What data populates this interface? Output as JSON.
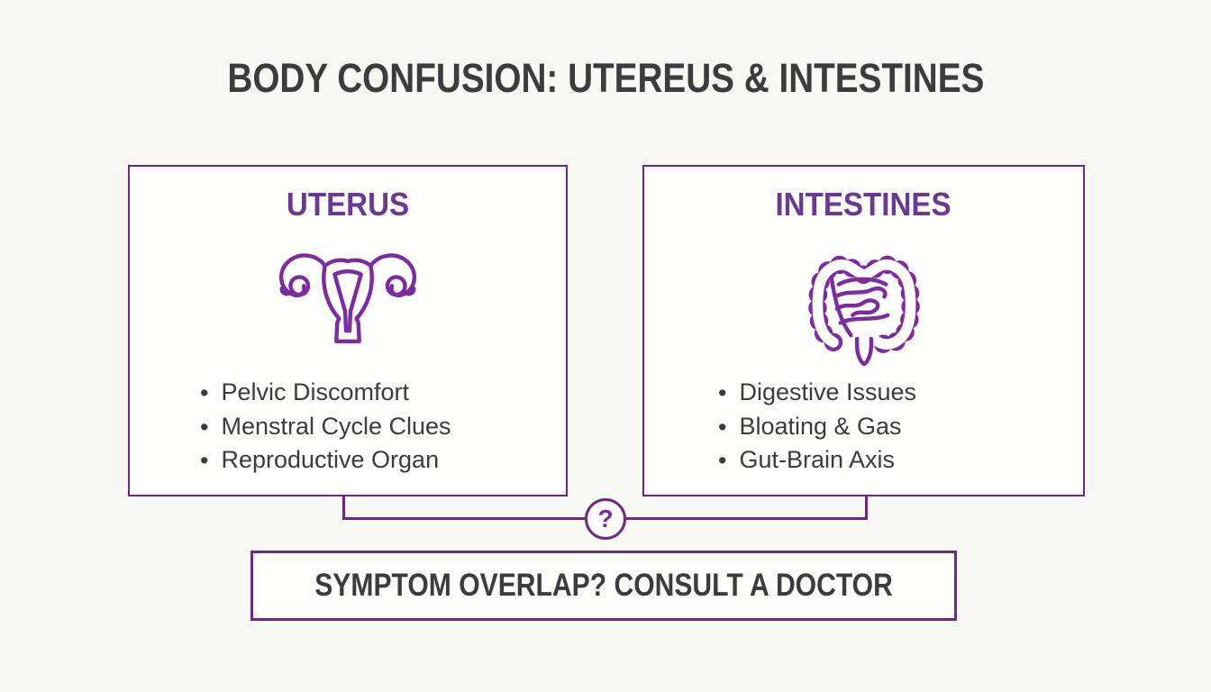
{
  "title": "BODY CONFUSION: UTEREUS & INTESTINES",
  "cards": [
    {
      "heading": "UTERUS",
      "icon": "uterus-icon",
      "bullets": [
        "Pelvic Discomfort",
        "Menstral Cycle Clues",
        "Reproductive Organ"
      ]
    },
    {
      "heading": "INTESTINES",
      "icon": "intestines-icon",
      "bullets": [
        "Digestive Issues",
        "Bloating & Gas",
        "Gut-Brain Axis"
      ]
    }
  ],
  "connector": {
    "badge": "?"
  },
  "footer": {
    "label": "SYMPTOM OVERLAP? CONSULT A DOCTOR"
  },
  "colors": {
    "accent_purple": "#6d2a7e",
    "icon_purple": "#7c2ba3",
    "heading_purple": "#6b3894",
    "text_dark": "#3c3c3e",
    "background": "#f8f8f5",
    "card_background": "#fefefd"
  }
}
